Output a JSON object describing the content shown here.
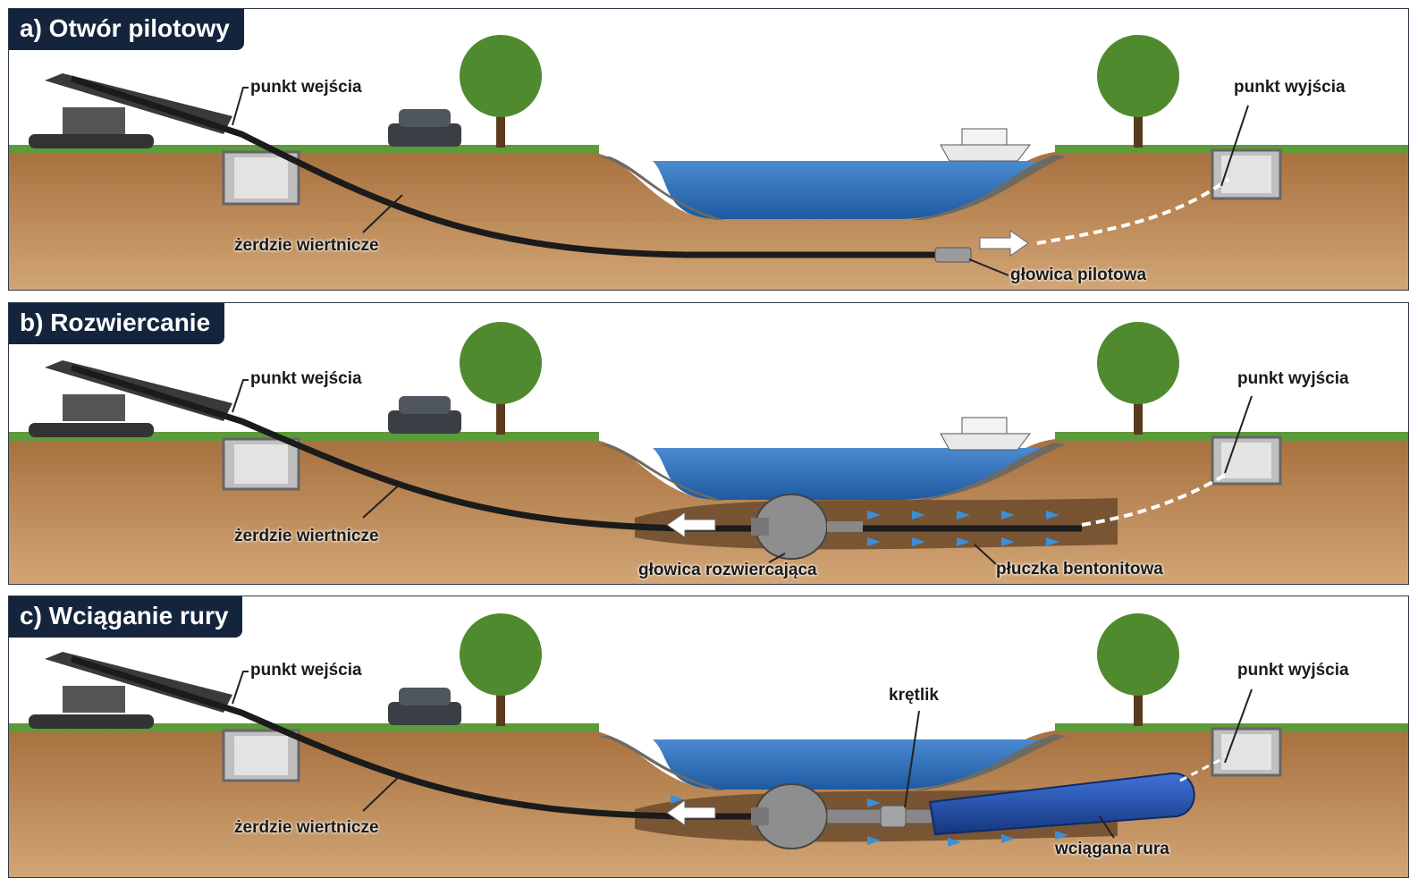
{
  "colors": {
    "title_bg": "#14243d",
    "sky": "#ffffff",
    "soil_top": "#b07a45",
    "soil_bottom": "#c99a67",
    "water": "#2f6fb8",
    "grass": "#5c9a3a",
    "pipe_blue": "#1f4fb0",
    "drill_rod": "#1b1b1b",
    "arrow_flow": "#3b8fd8"
  },
  "panels": [
    {
      "title": "a) Otwór pilotowy",
      "labels": {
        "entry": "punkt wejścia",
        "exit": "punkt wyjścia",
        "rods": "żerdzie wiertnicze",
        "tool": "głowica pilotowa"
      }
    },
    {
      "title": "b) Rozwiercanie",
      "labels": {
        "entry": "punkt wejścia",
        "exit": "punkt wyjścia",
        "rods": "żerdzie wiertnicze",
        "tool": "głowica rozwiercająca",
        "fluid": "płuczka bentonitowa"
      }
    },
    {
      "title": "c) Wciąganie rury",
      "labels": {
        "entry": "punkt wejścia",
        "exit": "punkt wyjścia",
        "rods": "żerdzie wiertnicze",
        "swivel": "krętlik",
        "pipe": "wciągana rura"
      }
    }
  ]
}
